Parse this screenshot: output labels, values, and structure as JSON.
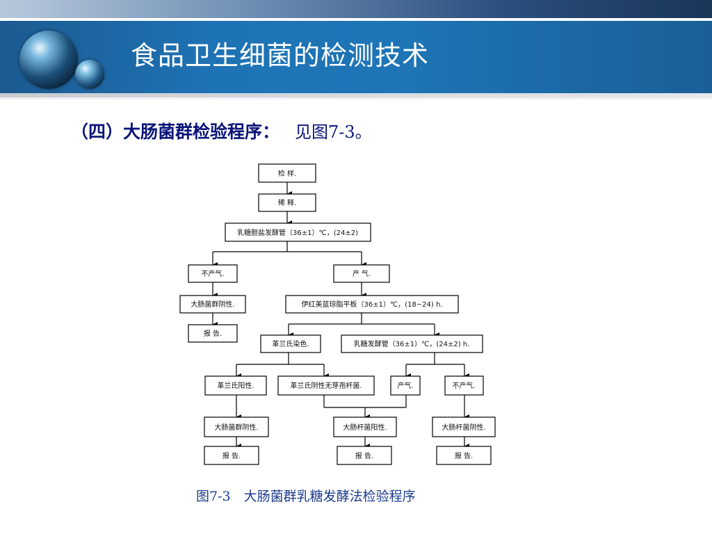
{
  "header": {
    "title": "食品卫生细菌的检测技术"
  },
  "section": {
    "heading": "（四）大肠菌群检验程序：",
    "reference": "见图7-3。"
  },
  "flowchart": {
    "nodes": {
      "sample": "检 样.",
      "dilute": "稀 释.",
      "ferment1": "乳糖胆盐发酵管（36±1）℃，(24±2)",
      "no_gas1": "不产气.",
      "gas1": "产 气.",
      "coliform_neg1": "大肠菌群阴性.",
      "report1": "报 告.",
      "emb_plate": "伊红美蓝琼脂平板（36±1）℃，(18~24) h.",
      "gram_stain": "革兰氏染色.",
      "ferment2": "乳糖发酵管（36±1）℃，(24±2) h.",
      "gram_pos": "革兰氏阳性.",
      "gram_neg": "革兰氏阴性无芽孢杆菌.",
      "gas2": "产气.",
      "no_gas2": "不产气.",
      "coliform_neg2": "大肠菌群阴性.",
      "coliform_pos": "大肠杆菌阳性.",
      "coliform_neg3": "大肠杆菌阴性.",
      "report2": "报 告.",
      "report3": "报 告.",
      "report4": "报 告."
    }
  },
  "caption": "图7-3　大肠菌群乳糖发酵法检验程序"
}
